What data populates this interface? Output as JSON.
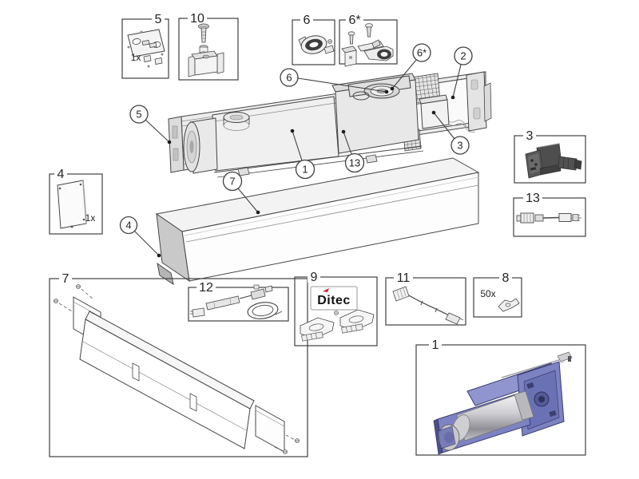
{
  "boxes": {
    "b5": {
      "label": "5",
      "qty": "1x"
    },
    "b10": {
      "label": "10"
    },
    "b6": {
      "label": "6"
    },
    "b6s": {
      "label": "6*"
    },
    "b4": {
      "label": "4",
      "qty": "1x"
    },
    "b3": {
      "label": "3"
    },
    "b13": {
      "label": "13"
    },
    "b7": {
      "label": "7"
    },
    "b12": {
      "label": "12"
    },
    "b9": {
      "label": "9",
      "brand": "Ditec"
    },
    "b11": {
      "label": "11"
    },
    "b8": {
      "label": "8",
      "qty": "50x"
    },
    "b1": {
      "label": "1"
    }
  },
  "callouts": {
    "c5": {
      "label": "5"
    },
    "c6": {
      "label": "6"
    },
    "c6s": {
      "label": "6*"
    },
    "c2": {
      "label": "2"
    },
    "c3": {
      "label": "3"
    },
    "c1": {
      "label": "1"
    },
    "c13": {
      "label": "13"
    },
    "c7": {
      "label": "7"
    },
    "c4": {
      "label": "4"
    }
  },
  "colors": {
    "line": "#3f3f3f",
    "brand_red": "#cc2127",
    "assembly_blue": "#7d82c3",
    "assembly_blue_dark": "#3a3e6e",
    "motor_silver": "#d4d4d8"
  }
}
